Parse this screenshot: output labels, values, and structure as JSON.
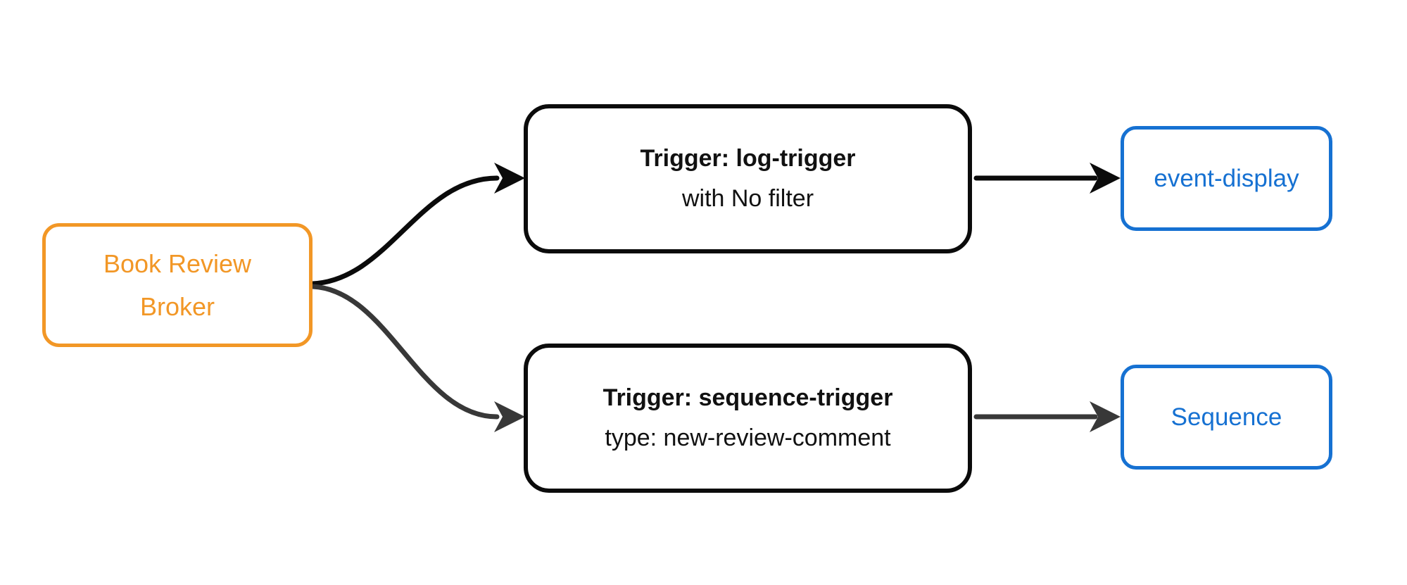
{
  "diagram": {
    "type": "flowchart-left-to-right",
    "nodes": {
      "broker": {
        "line1": "Book Review",
        "line2": "Broker"
      },
      "trigger_log": {
        "title": "Trigger: log-trigger",
        "subtitle": "with No filter"
      },
      "trigger_sequence": {
        "title": "Trigger: sequence-trigger",
        "subtitle": "type: new-review-comment"
      },
      "event_display": {
        "label": "event-display"
      },
      "sequence": {
        "label": "Sequence"
      }
    },
    "edges": [
      {
        "from": "broker",
        "to": "trigger_log",
        "style": "curved"
      },
      {
        "from": "broker",
        "to": "trigger_sequence",
        "style": "curved"
      },
      {
        "from": "trigger_log",
        "to": "event_display",
        "style": "straight"
      },
      {
        "from": "trigger_sequence",
        "to": "sequence",
        "style": "straight"
      }
    ]
  },
  "colors": {
    "broker_accent": "#F29726",
    "sink_accent": "#1671D2",
    "trigger_border": "#0B0B0B",
    "edge_primary": "#0B0B0B",
    "edge_secondary": "#383838",
    "background": "#FFFFFF",
    "trigger_text": "#111111"
  }
}
